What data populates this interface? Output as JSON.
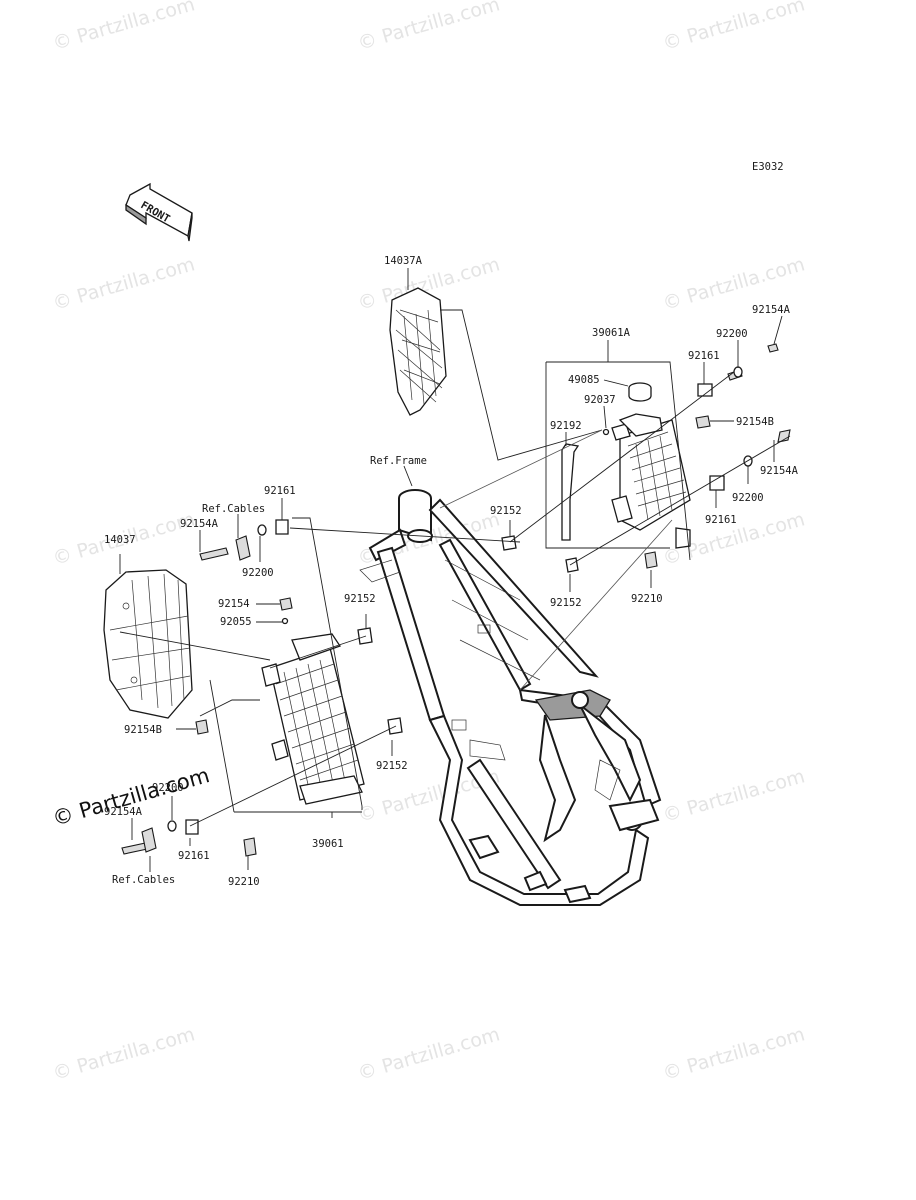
{
  "diagram_code": "E3032",
  "front_label": "FRONT",
  "watermark": "© Partzilla.com",
  "watermark_large": "© Partzilla.com",
  "labels": {
    "p14037A": "14037A",
    "p39061A": "39061A",
    "p92154A_top": "92154A",
    "p92200_top": "92200",
    "p92161_top": "92161",
    "p49085": "49085",
    "p92037": "92037",
    "p92192": "92192",
    "p92154B_top": "92154B",
    "p92154A_right": "92154A",
    "p92200_right": "92200",
    "p92161_right": "92161",
    "p92152_a": "92152",
    "p92152_b": "92152",
    "p92210_right": "92210",
    "ref_frame": "Ref.Frame",
    "p92161_left": "92161",
    "ref_cables_top": "Ref.Cables",
    "p92154A_left": "92154A",
    "p92200_left": "92200",
    "p14037": "14037",
    "p92154": "92154",
    "p92055": "92055",
    "p92152_c": "92152",
    "p92154B_left": "92154B",
    "p92152_d": "92152",
    "p92200_bottom": "92200",
    "p92154A_bottom": "92154A",
    "p92161_bottom": "92161",
    "p39061": "39061",
    "ref_cables_bottom": "Ref.Cables",
    "p92210_bottom": "92210"
  }
}
